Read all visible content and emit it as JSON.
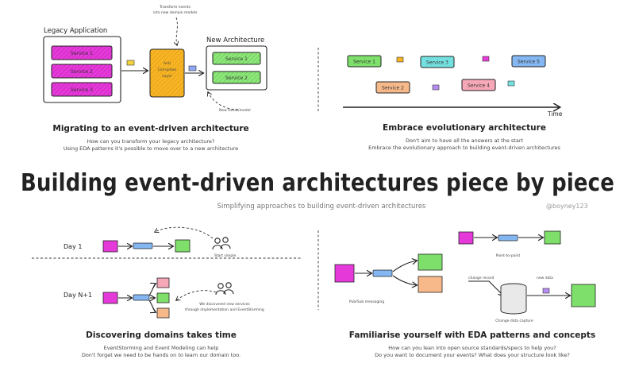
{
  "title": "Building event-driven architectures piece by piece",
  "subtitle": "Simplifying approaches to building event-driven architectures",
  "handle": "@boyney123",
  "colors": {
    "magenta": "#e53ad9",
    "green": "#7ee06a",
    "orange": "#f6b526",
    "cyan": "#74e1e0",
    "peach": "#f7b98a",
    "pink": "#f6a8b8",
    "blue": "#84b7f1",
    "purple": "#b58cf2"
  },
  "migrating": {
    "legacy_label": "Legacy Application",
    "legacy_services": [
      "Service 1",
      "Service 2",
      "Service 3"
    ],
    "acl_lines": [
      "Anti",
      "Corruption",
      "Layer"
    ],
    "transform_lines": [
      "Transform events",
      "into new domain models"
    ],
    "new_label": "New Architecture",
    "new_services": [
      "Service 1",
      "Service 2"
    ],
    "new_event_label": "New event/model",
    "title": "Migrating to an event-driven architecture",
    "sub1": "How can you transform your legacy architecture?",
    "sub2": "Using EDA patterns it's possible to move over to a new architecture"
  },
  "evolution": {
    "services": [
      "Service 1",
      "Service 2",
      "Service 3",
      "Service 4",
      "Service 5"
    ],
    "time_label": "Time",
    "title": "Embrace evolutionary architecture",
    "sub1": "Don't aim to have all the answers at the start",
    "sub2": "Embrace the evolutionary approach to building event-driven architectures"
  },
  "domains": {
    "day1_label": "Day 1",
    "dayn_label": "Day N+1",
    "start_simple": "Start simple",
    "discovered_lines": [
      "We discovered new services",
      "through implementation and EventStorming"
    ],
    "title": "Discovering domains takes time",
    "sub1": "EventStorming and Event Modeling can help",
    "sub2": "Don't forget we need to be hands on to learn our domain too."
  },
  "patterns": {
    "p2p_label": "Point-to-point",
    "pubsub_label": "Pub/Sub messaging",
    "cdc_label": "Change data capture",
    "change_record": "change record",
    "new_data": "new data",
    "title": "Familiarise yourself with EDA patterns and concepts",
    "sub1": "How can you lean into open source standards/specs to help you?",
    "sub2": "Do you want to document your events? What does your structure look like?"
  }
}
